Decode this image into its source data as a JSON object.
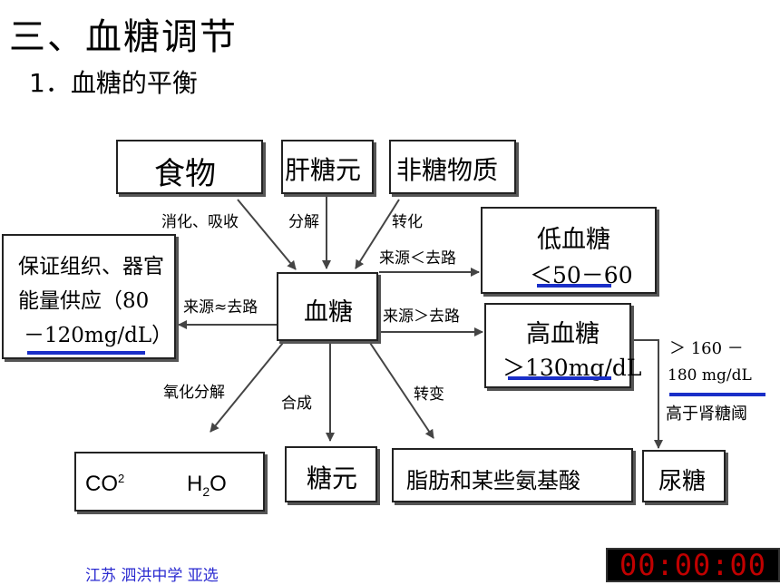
{
  "title": "三、血糖调节",
  "subtitle": "1．血糖的平衡",
  "boxes": {
    "food": "食物",
    "glycogen_liver": "肝糖元",
    "non_sugar": "非糖物质",
    "support_line1": "保证组织、器官",
    "support_line2": "能量供应（80",
    "support_line3": "－120mg/dL）",
    "blood_sugar": "血糖",
    "low_title": "低血糖",
    "low_value": "＜50－60",
    "high_title": "高血糖",
    "high_value": "＞130mg/dL",
    "co2": "CO",
    "co2_sub": "2",
    "h2o_h": "H",
    "h2o_sub": "2",
    "h2o_o": "O",
    "glycogen": "糖元",
    "fat_amino": "脂肪和某些氨基酸",
    "urine_sugar": "尿糖"
  },
  "labels": {
    "digest": "消化、吸收",
    "decompose": "分解",
    "transform": "转化",
    "source_lt_sink": "来源＜去路",
    "source_eq_sink": "来源≈去路",
    "source_gt_sink": "来源＞去路",
    "oxidize": "氧化分解",
    "synthesize": "合成",
    "convert": "转变",
    "threshold_line1": "＞ 160 －",
    "threshold_line2": "180 mg/dL",
    "threshold_line3": "高于肾糖阈"
  },
  "footer": "江苏 泗洪中学  亚选",
  "timer": "00:00:00",
  "colors": {
    "underline": "#1a2fc8",
    "footer": "#2a2ad0",
    "timer_digits": "#c00000"
  }
}
